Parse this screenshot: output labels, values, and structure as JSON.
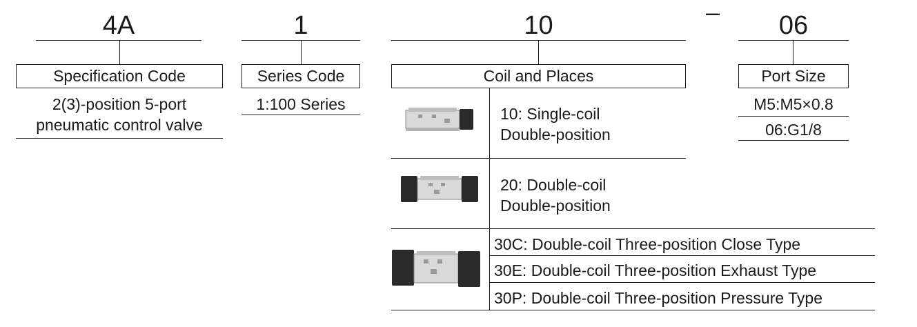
{
  "codes": {
    "spec": "4A",
    "series": "1",
    "coil": "10",
    "dash": "–",
    "port": "06"
  },
  "boxes": {
    "spec": "Specification Code",
    "series": "Series Code",
    "coil": "Coil and Places",
    "port": "Port Size"
  },
  "spec_desc": [
    "2(3)-position 5-port",
    "pneumatic control valve"
  ],
  "series_desc": "1:100 Series",
  "port_options": [
    "M5:M5×0.8",
    "06:G1/8"
  ],
  "coil_options": {
    "opt10": [
      "10: Single-coil",
      "Double-position"
    ],
    "opt20": [
      "20: Double-coil",
      "Double-position"
    ],
    "opt30": [
      "30C: Double-coil Three-position Close Type",
      "30E: Double-coil Three-position Exhaust Type",
      "30P: Double-coil Three-position Pressure Type"
    ]
  },
  "icons": [
    "valve-single-coil-image",
    "valve-double-coil-image",
    "valve-three-position-image"
  ],
  "colors": {
    "line": "#1a1a1a",
    "coil_body": "#2a2a2a",
    "valve_body": "#d9d9d9"
  }
}
